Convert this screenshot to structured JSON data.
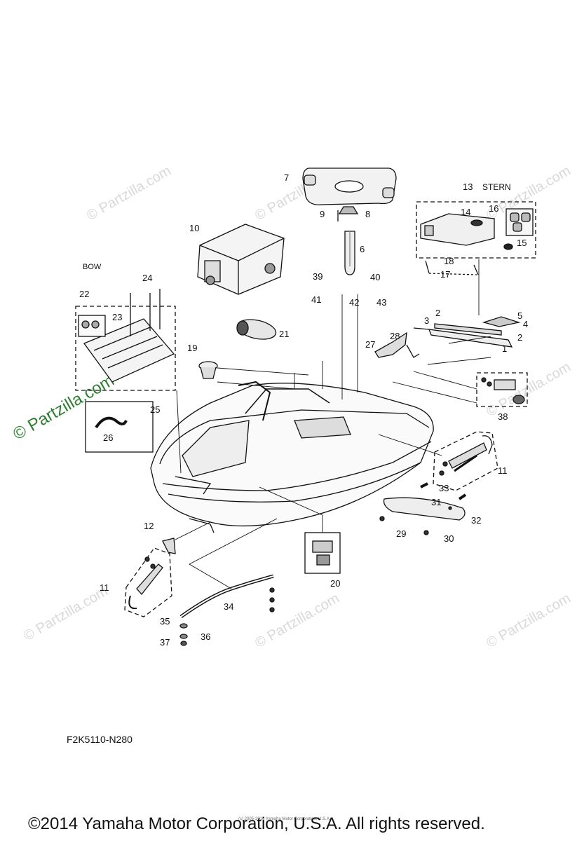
{
  "watermarks": {
    "site": "© Partzilla.com",
    "side": "© Partzilla.com"
  },
  "labels": {
    "bow": "BOW",
    "stern": "STERN",
    "group_13": "13"
  },
  "callouts": [
    "1",
    "2",
    "3",
    "4",
    "5",
    "6",
    "7",
    "8",
    "9",
    "10",
    "11",
    "12",
    "14",
    "15",
    "16",
    "17",
    "18",
    "19",
    "20",
    "21",
    "22",
    "23",
    "24",
    "25",
    "26",
    "27",
    "28",
    "29",
    "30",
    "31",
    "32",
    "33",
    "34",
    "35",
    "36",
    "37",
    "38",
    "39",
    "40",
    "41",
    "42",
    "43"
  ],
  "footer": {
    "drawing_code": "F2K5110-N280",
    "small_notice": "(c) 2005-2016 Yamaha Motor Corporation, U.S.A.",
    "copyright": "©2014 Yamaha Motor Corporation, U.S.A. All rights reserved."
  }
}
